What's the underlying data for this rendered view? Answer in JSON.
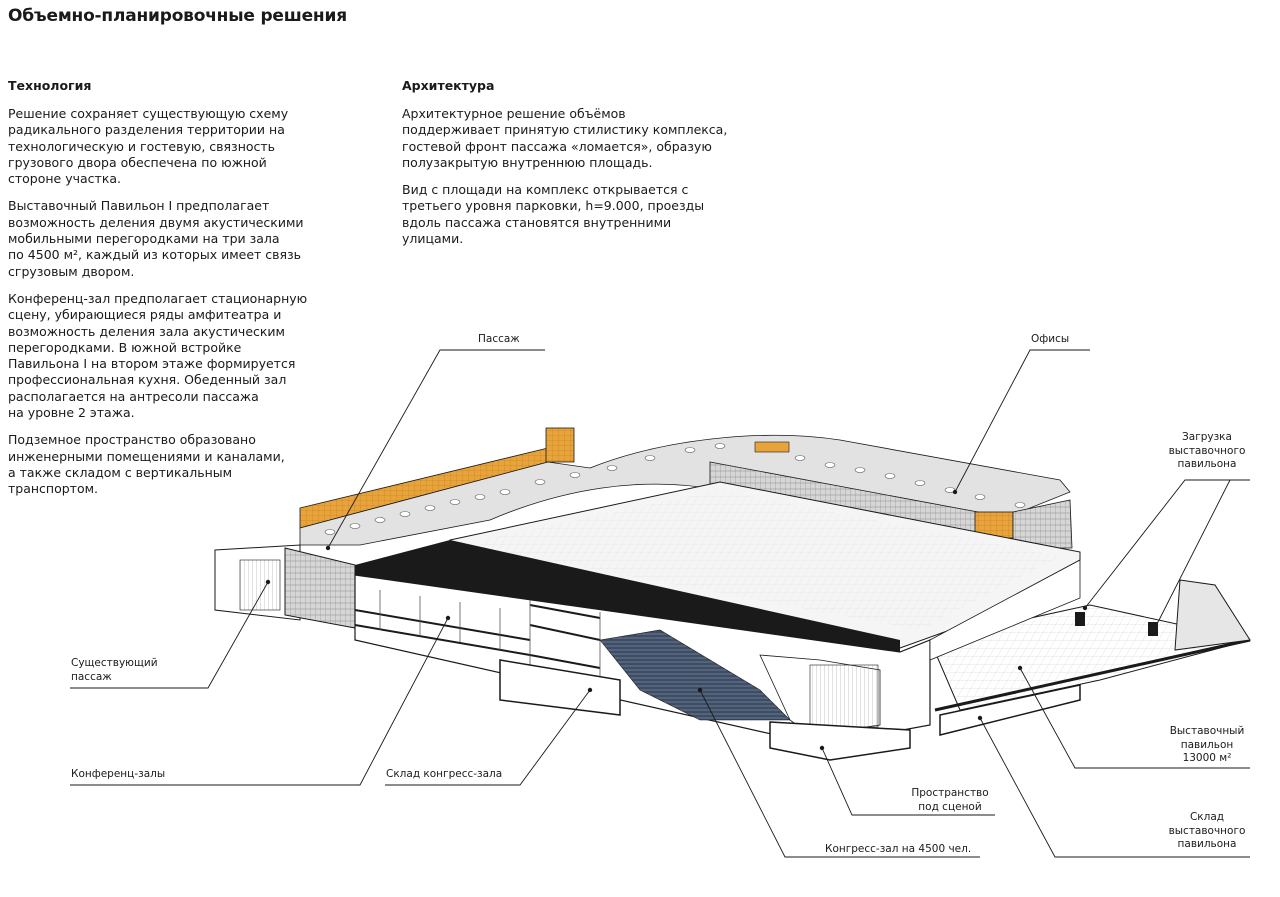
{
  "title": "Объемно-планировочные решения",
  "technology": {
    "heading": "Технология",
    "paragraphs": [
      "Решение сохраняет существующую схему\nрадикального разделения территории на\nтехнологическую и гостевую, связность\nгрузового двора обеспечена по южной\nстороне участка.",
      "Выставочный Павильон I предполагает\nвозможность деления двумя акустическими\nмобильными перегородками на три зала\nпо 4500 м², каждый из которых имеет связь\nсгрузовым двором.",
      "Конференц-зал предполагает стационарную\nсцену, убирающиеся ряды амфитеатра и\nвозможность деления зала акустическим\nперегородками. В южной встройке\nПавильона I на втором этаже формируется\nпрофессиональная кухня. Обеденный зал\nрасполагается на антресоли пассажа\nна уровне 2 этажа.",
      "Подземное пространство образовано\nинженерными помещениями и каналами,\nа также складом с вертикальным\nтранспортом."
    ]
  },
  "architecture": {
    "heading": "Архитектура",
    "paragraphs": [
      "Архитектурное решение объёмов\nподдерживает принятую стилистику комплекса,\nгостевой фронт пассажа «ломается», образую\nполузакрытую внутреннюю площадь.",
      "Вид с площади на комплекс открывается с\nтретьего уровня парковки, h=9.000, проезды\nвдоль пассажа становятся внутренними\nулицами."
    ]
  },
  "labels": {
    "passage": "Пассаж",
    "offices": "Офисы",
    "loading": "Загрузка\nвыставочного\nпавильона",
    "existing_passage": "Существующий\nпассаж",
    "conference_halls": "Конференц-залы",
    "storage_congress": "Склад конгресс-зала",
    "pavilion": "Выставочный\nпавильон\n13000 м²",
    "under_stage": "Пространство\nпод сценой",
    "storage_pavilion": "Склад\nвыставочного\nпавильона",
    "congress_hall": "Конгресс-зал на 4500 чел."
  },
  "colors": {
    "accent": "#e8a33a",
    "line": "#1a1a1a",
    "roof": "#f4f4f4",
    "roof_dark": "#dcdcdc",
    "seats": "#3d4d66"
  }
}
